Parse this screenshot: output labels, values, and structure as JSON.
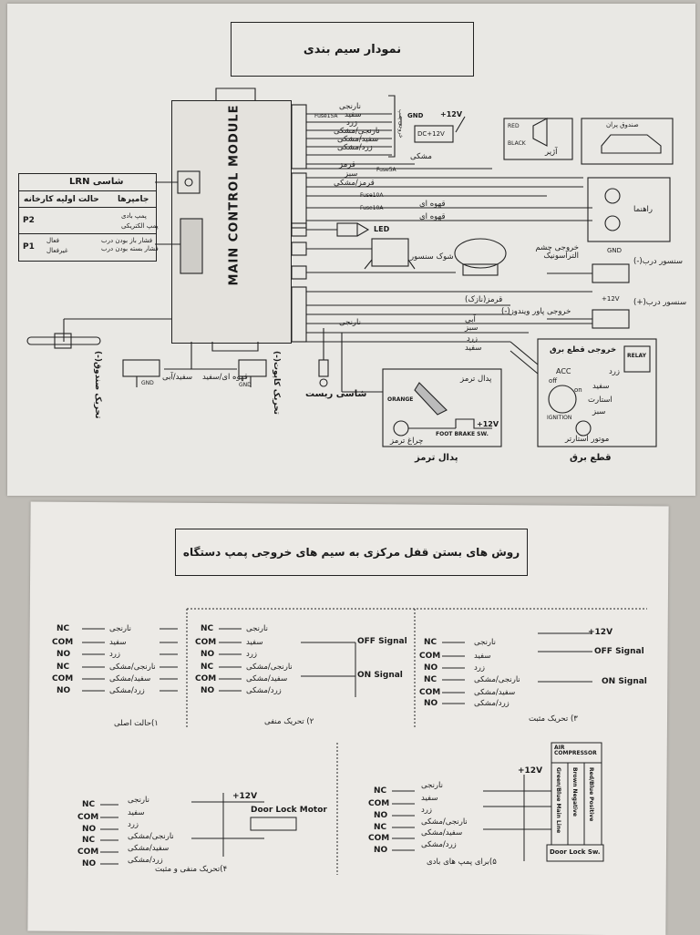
{
  "page1": {
    "title": "نمودار سیم بندی",
    "module": "MAIN CONTROL MODULE",
    "table": {
      "row1": "شاسی LRN",
      "row2_left": "حالت اولیه کارخانه",
      "row2_right": "جامپرها",
      "p2_label": "P2",
      "p2_text": "پمپ بادی",
      "p2_sub": "پمپ الکتریکی",
      "p1_label": "P1",
      "p1_text1": "فشار باز بودن درب",
      "p1_text2": "فشار بسته بودن درب",
      "p1_sub1": "فعال",
      "p1_sub2": "غیرفعال"
    },
    "top_wires": [
      "نارنجی",
      "سفید",
      "زرد",
      "نارنجی/مشکی",
      "سفید/مشکی",
      "زرد/مشکی"
    ],
    "fuse": "Fuse15A",
    "gnd": "GND",
    "plus12": "+12V",
    "dc12": "DC+12V",
    "black_label": "مشکی",
    "pump_outputs": "خروجی پمپ",
    "siren": {
      "red": "RED",
      "black": "BLACK",
      "label": "آژیر"
    },
    "trunk": "صندوق پران",
    "mid_wires": [
      "قرمز",
      "سبز",
      "قرمز/مشکی"
    ],
    "fuse_small": "Fuse5A",
    "fuse10": "Fuse10A",
    "brown": "قهوه ای",
    "lights": "راهنما",
    "led": "LED",
    "shock_sensor": "شوک سنسور",
    "ultrasonic": "خروجی چشم التراسونیک",
    "door_sensor_minus": "سنسور درب(-)",
    "door_sensor_plus": "سنسور درب(+)",
    "power_window": "خروجی پاور ویندوز(-)",
    "red_thin": "قرمز(نازک)",
    "blue": "آبی",
    "green": "سبز",
    "yellow": "زرد",
    "white": "سفید",
    "orange": "نارنجی",
    "relay_out": "خروجی قطع برق",
    "relay": "RELAY",
    "acc": "ACC",
    "off": "off",
    "on": "on",
    "start": "استارت",
    "ignition": "IGNITION",
    "starter_motor": "موتور استارتر",
    "cut_power": "قطع برق",
    "brake_pedal_box": "پدال ترمز",
    "orange_en": "ORANGE",
    "foot_brake": "FOOT BRAKE SW.",
    "brake_light": "چراغ ترمز",
    "brake_pedal": "پدال ترمز",
    "reset": "شاسی ریست",
    "trunk_trigger": "تحریک صندوق(-)",
    "hood_trigger": "تحریک کاپوت(-)",
    "white_blue": "سفید/آبی",
    "brown_white": "قهوه ای/سفید",
    "gnd_small": "GND"
  },
  "page2": {
    "title": "روش های بستن قفل مرکزی به سیم های خروجی پمپ دستگاه",
    "terminals": [
      "NC",
      "COM",
      "NO",
      "NC",
      "COM",
      "NO"
    ],
    "wires": [
      "نارنجی",
      "سفید",
      "زرد",
      "نارنجی/مشکی",
      "سفید/مشکی",
      "زرد/مشکی"
    ],
    "cap1": "۱)حالت اصلی",
    "cap2": "۲) تحریک منفی",
    "cap3": "۳) تحریک مثبت",
    "cap4": "۴)تحریک منفی و مثبت",
    "cap5": "۵)برای پمپ های بادی",
    "off_signal": "OFF Signal",
    "on_signal": "ON Signal",
    "plus12": "+12V",
    "door_lock_motor": "Door Lock Motor",
    "air_compressor": "AIR COMPRESSOR",
    "cols": [
      "Green/Blue Main Line",
      "Brown Negative",
      "Red/Blue Positive"
    ],
    "door_lock_sw": "Door Lock Sw."
  }
}
